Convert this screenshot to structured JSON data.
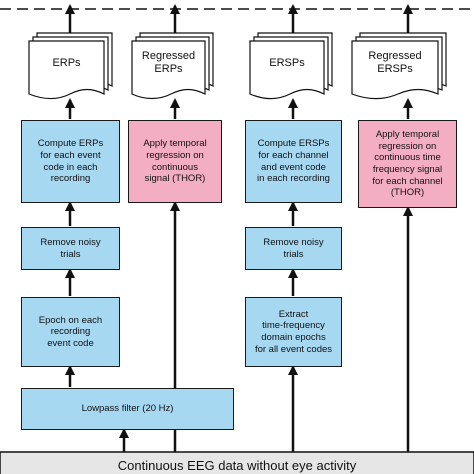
{
  "documents": {
    "erps": "ERPs",
    "regressed_erps": "Regressed\nERPs",
    "ersps": "ERSPs",
    "regressed_ersps": "Regressed\nERSPs"
  },
  "boxes": {
    "compute_erps": "Compute ERPs\nfor each event\ncode in each\nrecording",
    "apply_temporal_regression": "Apply temporal\nregression on\ncontinuous\nsignal (THOR)",
    "compute_ersps": "Compute ERSPs\nfor each channel\nand event code\nin each recording",
    "apply_tf_regression": "Apply temporal\nregression on\ncontinuous time\nfrequency signal\nfor each channel\n(THOR)",
    "remove_noisy_left": "Remove noisy\ntrials",
    "remove_noisy_right": "Remove noisy\ntrials",
    "epoch": "Epoch on each\nrecording\nevent code",
    "extract_tf": "Extract\ntime-frequency\ndomain epochs\nfor all event codes",
    "lowpass": "Lowpass filter (20 Hz)"
  },
  "bottom": "Continuous EEG data without eye activity",
  "colors": {
    "process": "#a6d8f2",
    "regression": "#f4aec4"
  }
}
